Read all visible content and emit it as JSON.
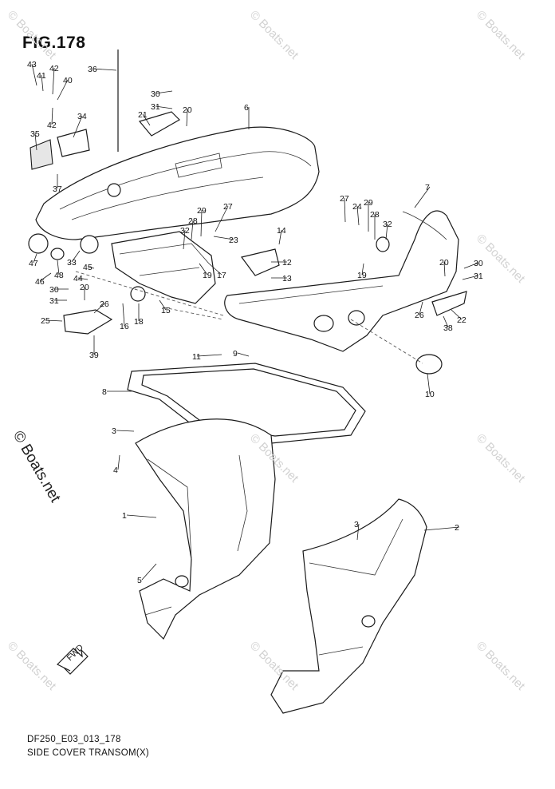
{
  "figure": {
    "title": "FIG.178"
  },
  "footer": {
    "code": "DF250_E03_013_178",
    "caption": "SIDE COVER TRANSOM(X)"
  },
  "watermark": {
    "text": "© Boats.net"
  },
  "arrow_label": "FWD",
  "callouts": [
    "43",
    "41",
    "42",
    "40",
    "36",
    "30",
    "31",
    "21",
    "20",
    "6",
    "35",
    "34",
    "42",
    "37",
    "24",
    "27",
    "29",
    "28",
    "32",
    "7",
    "29",
    "27",
    "28",
    "32",
    "23",
    "14",
    "12",
    "13",
    "47",
    "48",
    "33",
    "45",
    "44",
    "46",
    "20",
    "31",
    "30",
    "26",
    "25",
    "39",
    "16",
    "18",
    "15",
    "19",
    "17",
    "20",
    "30",
    "31",
    "19",
    "26",
    "22",
    "38",
    "11",
    "9",
    "10",
    "8",
    "3",
    "4",
    "1",
    "5",
    "3",
    "2"
  ]
}
